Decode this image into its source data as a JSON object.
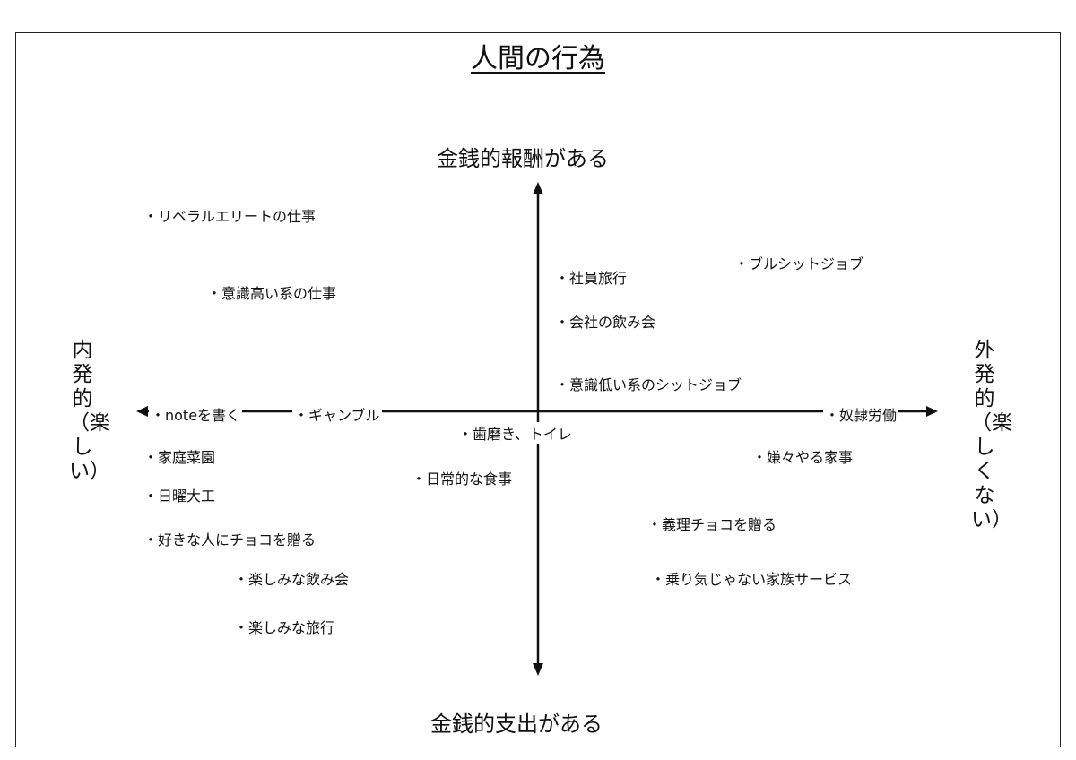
{
  "title": "人間の行為",
  "axes": {
    "top": "金銭的報酬がある",
    "bottom": "金銭的支出がある",
    "left": "内発的（楽しい）",
    "right": "外発的（楽しくない）"
  },
  "items": {
    "liberal_elite": "・リベラルエリートの仕事",
    "ishiki_takai": "・意識高い系の仕事",
    "shain_ryokou": "・社員旅行",
    "bullshit_job": "・ブルシットジョブ",
    "kaisha_nomikai": "・会社の飲み会",
    "ishiki_hikui": "・意識低い系のシットジョブ",
    "note": "・noteを書く",
    "gamble": "・ギャンブル",
    "dorei": "・奴隷労働",
    "hamigaki": "・歯磨き、トイレ",
    "katei_saien": "・家庭菜園",
    "iyaiya_kaji": "・嫌々やる家事",
    "nichijo_shokuji": "・日常的な食事",
    "nichiyo_daiku": "・日曜大工",
    "giri_choco": "・義理チョコを贈る",
    "suki_choco": "・好きな人にチョコを贈る",
    "tanoshimi_nomikai": "・楽しみな飲み会",
    "norigi_kazoku": "・乗り気じゃない家族サービス",
    "tanoshimi_ryokou": "・楽しみな旅行"
  }
}
